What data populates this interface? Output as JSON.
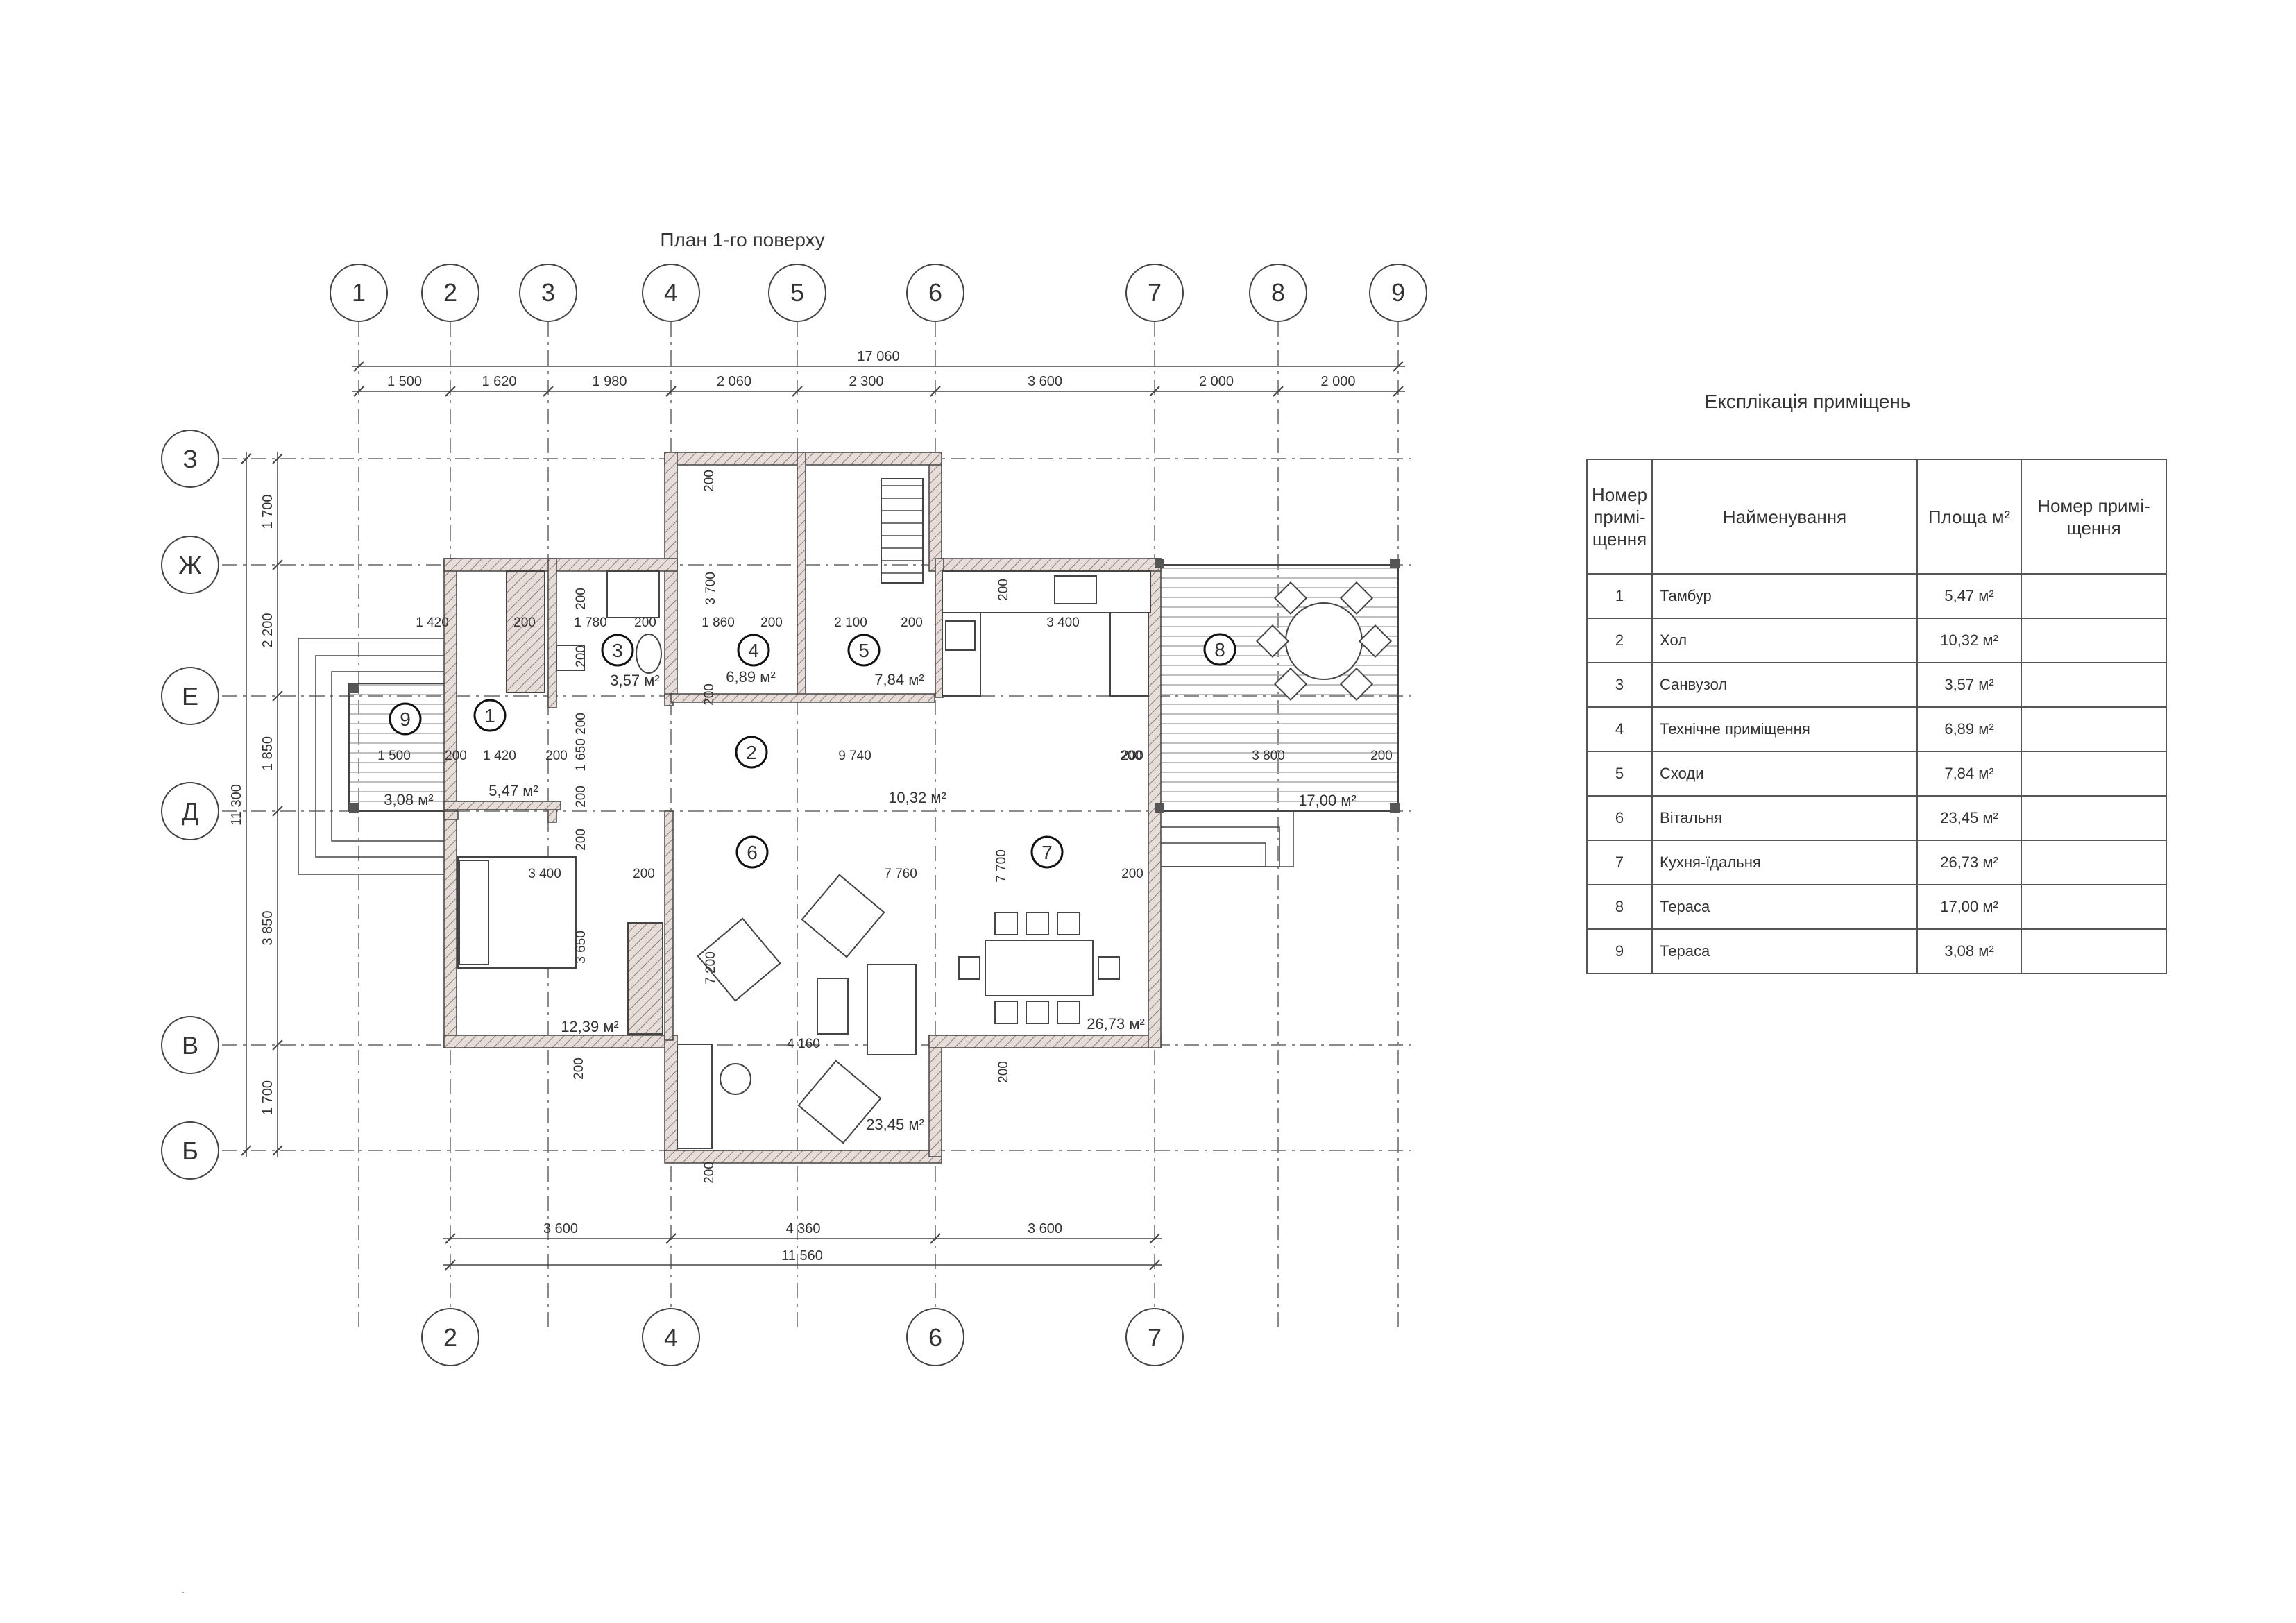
{
  "plan": {
    "title": "План 1-го поверху",
    "axes_top": [
      "1",
      "2",
      "3",
      "4",
      "5",
      "6",
      "7",
      "8",
      "9"
    ],
    "axes_bottom": [
      "2",
      "4",
      "6",
      "7"
    ],
    "axes_left": [
      "З",
      "Ж",
      "Е",
      "Д",
      "В",
      "Б"
    ],
    "dims_top_total": "17 060",
    "dims_top": [
      "1 500",
      "1 620",
      "1 980",
      "2 060",
      "2 300",
      "3 600",
      "2 000",
      "2 000"
    ],
    "dims_bottom": [
      "3 600",
      "4 360",
      "3 600"
    ],
    "dims_bottom_total": "11 560",
    "dims_left": [
      "1 700",
      "2 200",
      "1 850",
      "3 850",
      "1 700"
    ],
    "dims_left_total": "11 300",
    "inner_dims": [
      "1 420",
      "200",
      "1 780",
      "200",
      "1 860",
      "200",
      "2 100",
      "200",
      "3 400",
      "200",
      "1 500",
      "200",
      "1 420",
      "200",
      "1 650",
      "9 740",
      "200",
      "3 800",
      "200",
      "3 400",
      "200",
      "7 760",
      "200",
      "200",
      "3 700",
      "7 200",
      "7 700",
      "3 650",
      "4 160",
      "200",
      "200",
      "200",
      "200",
      "200",
      "200",
      "200",
      "200",
      "200",
      "200"
    ],
    "room_labels": [
      "1",
      "2",
      "3",
      "4",
      "5",
      "6",
      "7",
      "8",
      "9"
    ],
    "areas": [
      "5,47 м²",
      "10,32 м²",
      "3,57 м²",
      "6,89 м²",
      "7,84 м²",
      "23,45 м²",
      "26,73 м²",
      "17,00 м²",
      "3,08 м²",
      "12,39 м²"
    ]
  },
  "schedule": {
    "title": "Експлікація приміщень",
    "headers": [
      "Номер примі-щення",
      "Найменування",
      "Площа м²",
      "Номер примі-щення"
    ],
    "rows": [
      {
        "num": "1",
        "name": "Тамбур",
        "area": "5,47 м²",
        "extra": ""
      },
      {
        "num": "2",
        "name": "Хол",
        "area": "10,32 м²",
        "extra": ""
      },
      {
        "num": "3",
        "name": "Санвузол",
        "area": "3,57 м²",
        "extra": ""
      },
      {
        "num": "4",
        "name": "Технічне приміщення",
        "area": "6,89 м²",
        "extra": ""
      },
      {
        "num": "5",
        "name": "Сходи",
        "area": "7,84 м²",
        "extra": ""
      },
      {
        "num": "6",
        "name": "Вітальня",
        "area": "23,45 м²",
        "extra": ""
      },
      {
        "num": "7",
        "name": "Кухня-їдальня",
        "area": "26,73 м²",
        "extra": ""
      },
      {
        "num": "8",
        "name": "Тераса",
        "area": "17,00 м²",
        "extra": ""
      },
      {
        "num": "9",
        "name": "Тераса",
        "area": "3,08 м²",
        "extra": ""
      }
    ]
  },
  "colors": {
    "line": "#444444",
    "wall_fill": "#d9cfcb",
    "hatch": "#7a6a66",
    "axis": "#555555"
  }
}
